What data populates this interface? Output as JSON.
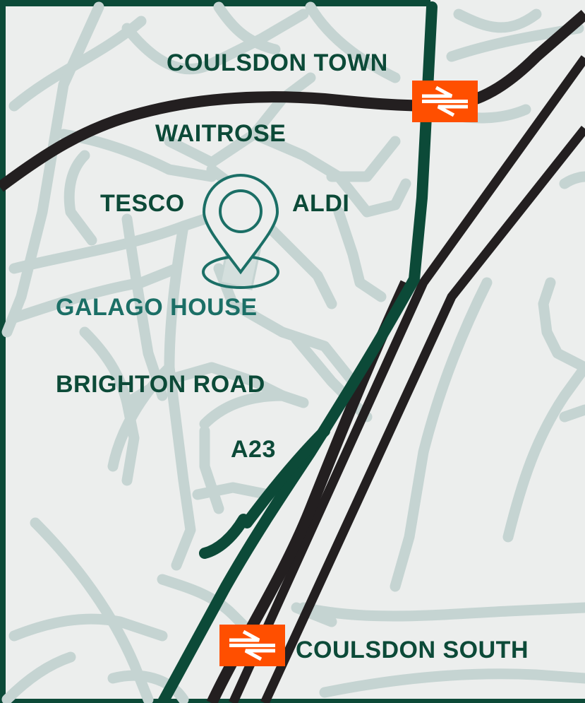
{
  "colors": {
    "background": "#eceeed",
    "minor_road": "#c5d4d2",
    "railway": "#231f20",
    "a23": "#0c4a38",
    "label": "#0c4a38",
    "highlight": "#1b6f66",
    "rail_icon_bg": "#ff4f00",
    "rail_icon_fg": "#ffffff",
    "frame": "#0c4a38"
  },
  "labels": {
    "coulsdon_town": "COULSDON TOWN",
    "waitrose": "WAITROSE",
    "tesco": "TESCO",
    "aldi": "ALDI",
    "galago_house": "GALAGO HOUSE",
    "brighton_road": "BRIGHTON ROAD",
    "a23": "A23",
    "coulsdon_south": "COULSDON SOUTH"
  },
  "icons": {
    "station": "national-rail-icon",
    "location": "map-pin-icon"
  }
}
